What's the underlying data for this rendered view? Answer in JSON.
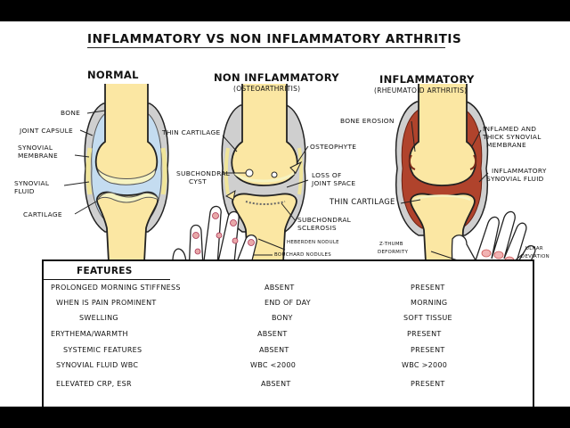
{
  "title": "INFLAMMATORY VS NON INFLAMMATORY ARTHRITIS",
  "columns": {
    "normal": {
      "heading": "NORMAL"
    },
    "non_inflammatory": {
      "heading": "NON INFLAMMATORY",
      "subheading": "(OSTEOARTHRITIS)"
    },
    "inflammatory": {
      "heading": "INFLAMMATORY",
      "subheading": "(RHEUMATOID ARTHRITIS)"
    }
  },
  "normal_labels": {
    "bone": "BONE",
    "joint_capsule": "JOINT CAPSULE",
    "synovial_membrane_1": "SYNOVIAL",
    "synovial_membrane_2": "MEMBRANE",
    "synovial_fluid_1": "SYNOVIAL",
    "synovial_fluid_2": "FLUID",
    "cartilage": "CARTILAGE"
  },
  "oa_labels": {
    "thin_cartilage": "THIN CARTILAGE",
    "osteophyte": "OSTEOPHYTE",
    "subchondral_cyst_1": "SUBCHONDRAL",
    "subchondral_cyst_2": "CYST",
    "loss_joint_space_1": "LOSS OF",
    "loss_joint_space_2": "JOINT SPACE",
    "subchondral_sclerosis_1": "SUBCHONDRAL",
    "subchondral_sclerosis_2": "SCLEROSIS",
    "heberden": "HEBERDEN NODULE",
    "bouchard": "BOUCHARD NODULES"
  },
  "ra_labels": {
    "bone_erosion": "BONE EROSION",
    "inflamed_1": "INFLAMED AND",
    "inflamed_2": "THICK SYNOVIAL",
    "inflamed_3": "MEMBRANE",
    "inflammatory_fluid_1": "INFLAMMATORY",
    "inflammatory_fluid_2": "SYNOVIAL FLUID",
    "thin_cartilage": "THIN CARTILAGE",
    "z_thumb_1": "Z-THUMB",
    "z_thumb_2": "DEFORMITY",
    "ulnar_1": "ULNAR",
    "ulnar_2": "DEVIATION"
  },
  "features": {
    "heading": "FEATURES",
    "rows": [
      {
        "feature": "PROLONGED MORNING STIFFNESS",
        "non_inflammatory": "ABSENT",
        "inflammatory": "PRESENT"
      },
      {
        "feature": "WHEN IS PAIN PROMINENT",
        "non_inflammatory": "END OF DAY",
        "inflammatory": "MORNING"
      },
      {
        "feature": "SWELLING",
        "non_inflammatory": "BONY",
        "inflammatory": "SOFT TISSUE"
      },
      {
        "feature": "ERYTHEMA/WARMTH",
        "non_inflammatory": "ABSENT",
        "inflammatory": "PRESENT"
      },
      {
        "feature": "SYSTEMIC FEATURES",
        "non_inflammatory": "ABSENT",
        "inflammatory": "PRESENT"
      },
      {
        "feature": "SYNOVIAL FLUID WBC",
        "non_inflammatory": "WBC <2000",
        "inflammatory": "WBC >2000"
      },
      {
        "feature": "ELEVATED CRP, ESR",
        "non_inflammatory": "ABSENT",
        "inflammatory": "PRESENT"
      }
    ]
  },
  "colors": {
    "bone": "#fbe7a3",
    "capsule": "#cfcfcf",
    "fluid": "#c4dcf0",
    "cartilage": "#f6f3c2",
    "inflamed": "#b0432c",
    "nodule": "#e58f8f"
  }
}
